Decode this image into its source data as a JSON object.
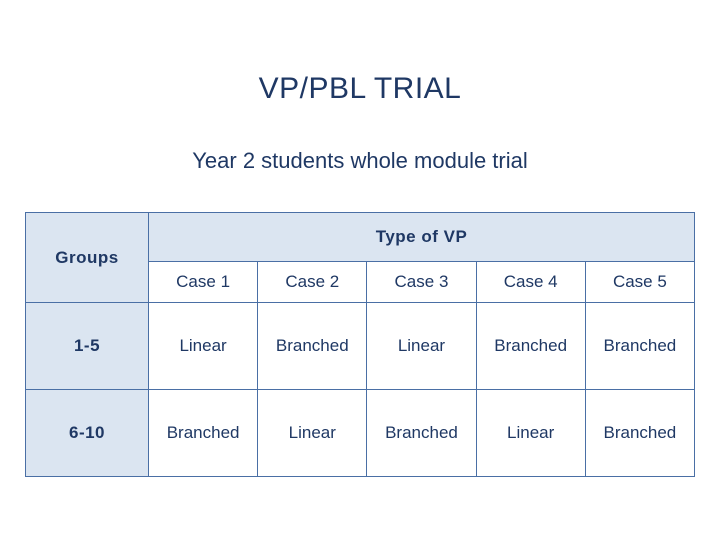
{
  "slide": {
    "title": "VP/PBL TRIAL",
    "subtitle": "Year 2 students whole module trial"
  },
  "table": {
    "groups_header": "Groups",
    "type_header": "Type of VP",
    "case_headers": [
      "Case 1",
      "Case 2",
      "Case 3",
      "Case 4",
      "Case 5"
    ],
    "rows": [
      {
        "group": "1-5",
        "cells": [
          "Linear",
          "Branched",
          "Linear",
          "Branched",
          "Branched"
        ]
      },
      {
        "group": "6-10",
        "cells": [
          "Branched",
          "Linear",
          "Branched",
          "Linear",
          "Branched"
        ]
      }
    ]
  },
  "colors": {
    "text": "#1f3864",
    "header_fill": "#dbe5f1",
    "border": "#4a6fa5"
  }
}
